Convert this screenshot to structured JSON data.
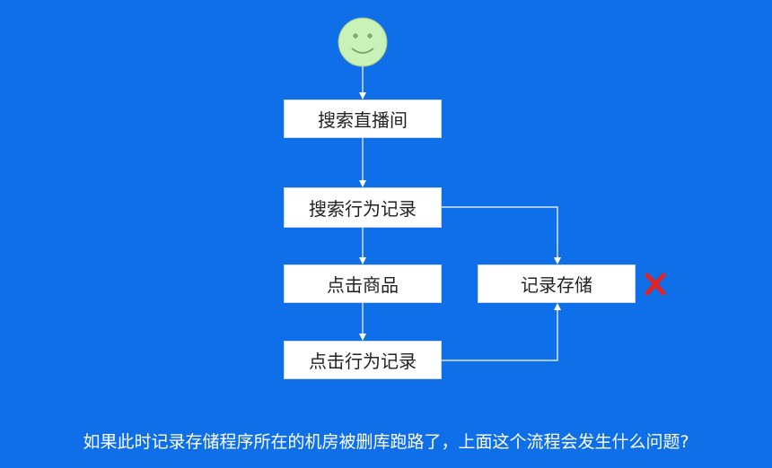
{
  "nodes": {
    "search_room": "搜索直播间",
    "search_log": "搜索行为记录",
    "click_product": "点击商品",
    "click_log": "点击行为记录",
    "log_storage": "记录存储"
  },
  "question": "如果此时记录存储程序所在的机房被删库跑路了，上面这个流程会发生什么问题?",
  "colors": {
    "background": "#0f6fe8",
    "face": "#c9f2b8",
    "error": "#e52121"
  },
  "icons": {
    "start": "smiley-icon",
    "error": "red-x-icon"
  }
}
